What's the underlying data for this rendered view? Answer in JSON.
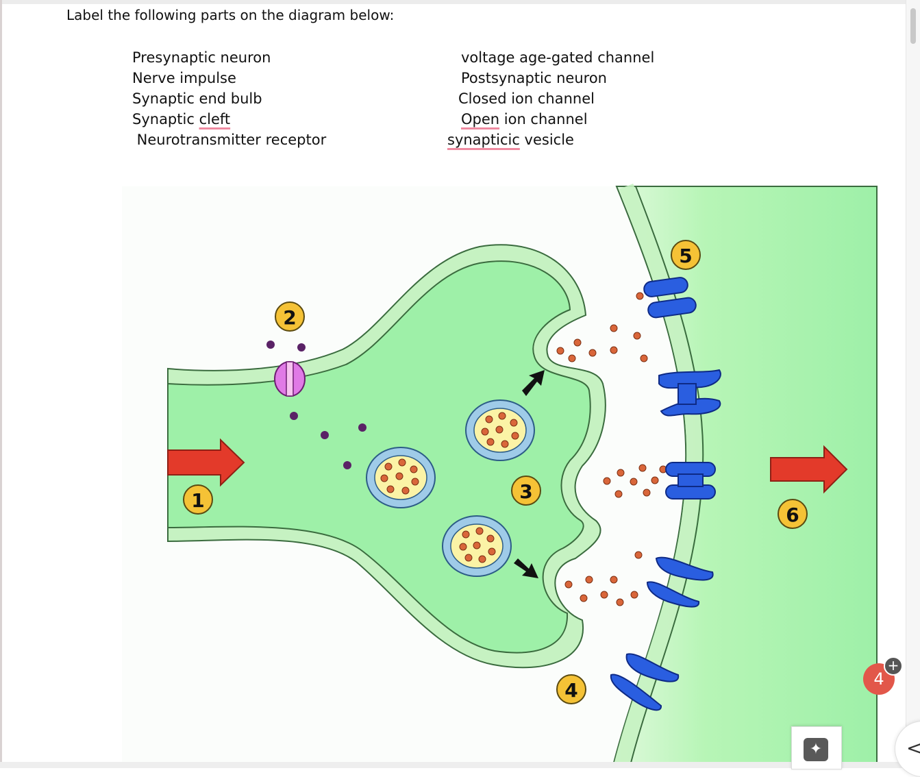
{
  "heading": "Label the following parts on the diagram below:",
  "terms_left": [
    "Presynaptic neuron",
    "Nerve impulse",
    "Synaptic end bulb",
    "Synaptic ",
    " Neurotransmitter receptor"
  ],
  "terms_left_underlined": "cleft",
  "terms_right": [
    "voltage age-gated channel",
    "Postsynaptic neuron",
    "Closed ion channel",
    " ion channel",
    " vesicle"
  ],
  "terms_right_underlined": [
    "Open",
    "synapticic"
  ],
  "diagram_labels": [
    "1",
    "2",
    "3",
    "4",
    "5",
    "6"
  ],
  "notification_count": "4",
  "notification_plus": "+",
  "ai_button_icon": "sparkle-icon",
  "ai_button_glyph": "✦",
  "collapse_glyph": "<",
  "colors": {
    "cell_green": "#9ef0a8",
    "membrane_green": "#c6f2c2",
    "membrane_stroke": "#3a6b3e",
    "arrow_red": "#e33a2a",
    "label_yellow": "#f5c236",
    "receptor_blue": "#2a5ee0",
    "vesicle_blue": "#9fcbe8",
    "vesicle_yellow": "#fbf3a6",
    "neurotransmitter_orange": "#d9663a",
    "ion_purple": "#5a2266",
    "channel_pink": "#e07ae6",
    "badge_red": "#e2574a"
  }
}
